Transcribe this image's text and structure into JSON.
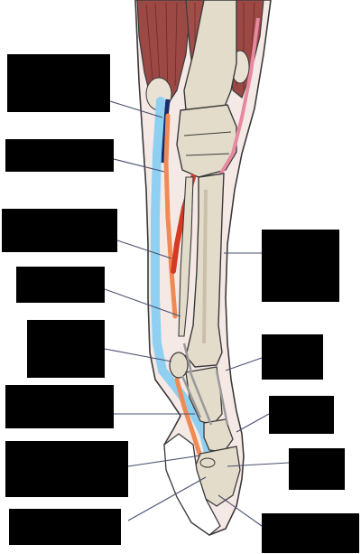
{
  "diagram": {
    "colors": {
      "muscle": "#9c4844",
      "muscle_dark": "#6e2a2a",
      "bone": "#e4dccb",
      "bone_shade": "#c9bfaa",
      "outline": "#3a3a3a",
      "tendon_blue": "#8fd0f2",
      "tendon_orange": "#f08a55",
      "tendon_red": "#d63a22",
      "vessel_navy": "#1d2a6a",
      "vessel_pink": "#e78aa0",
      "skin": "#f5e9e6",
      "leader_line": "#4a5070",
      "label_box": "#000000"
    },
    "labels": [
      {
        "id": "label-1",
        "text": ""
      },
      {
        "id": "label-2",
        "text": ""
      },
      {
        "id": "label-3",
        "text": ""
      },
      {
        "id": "label-4",
        "text": ""
      },
      {
        "id": "label-5",
        "text": ""
      },
      {
        "id": "label-6",
        "text": ""
      },
      {
        "id": "label-7",
        "text": ""
      },
      {
        "id": "label-8",
        "text": ""
      },
      {
        "id": "label-9",
        "text": ""
      },
      {
        "id": "label-10",
        "text": ""
      },
      {
        "id": "label-11",
        "text": ""
      },
      {
        "id": "label-12",
        "text": ""
      }
    ]
  }
}
